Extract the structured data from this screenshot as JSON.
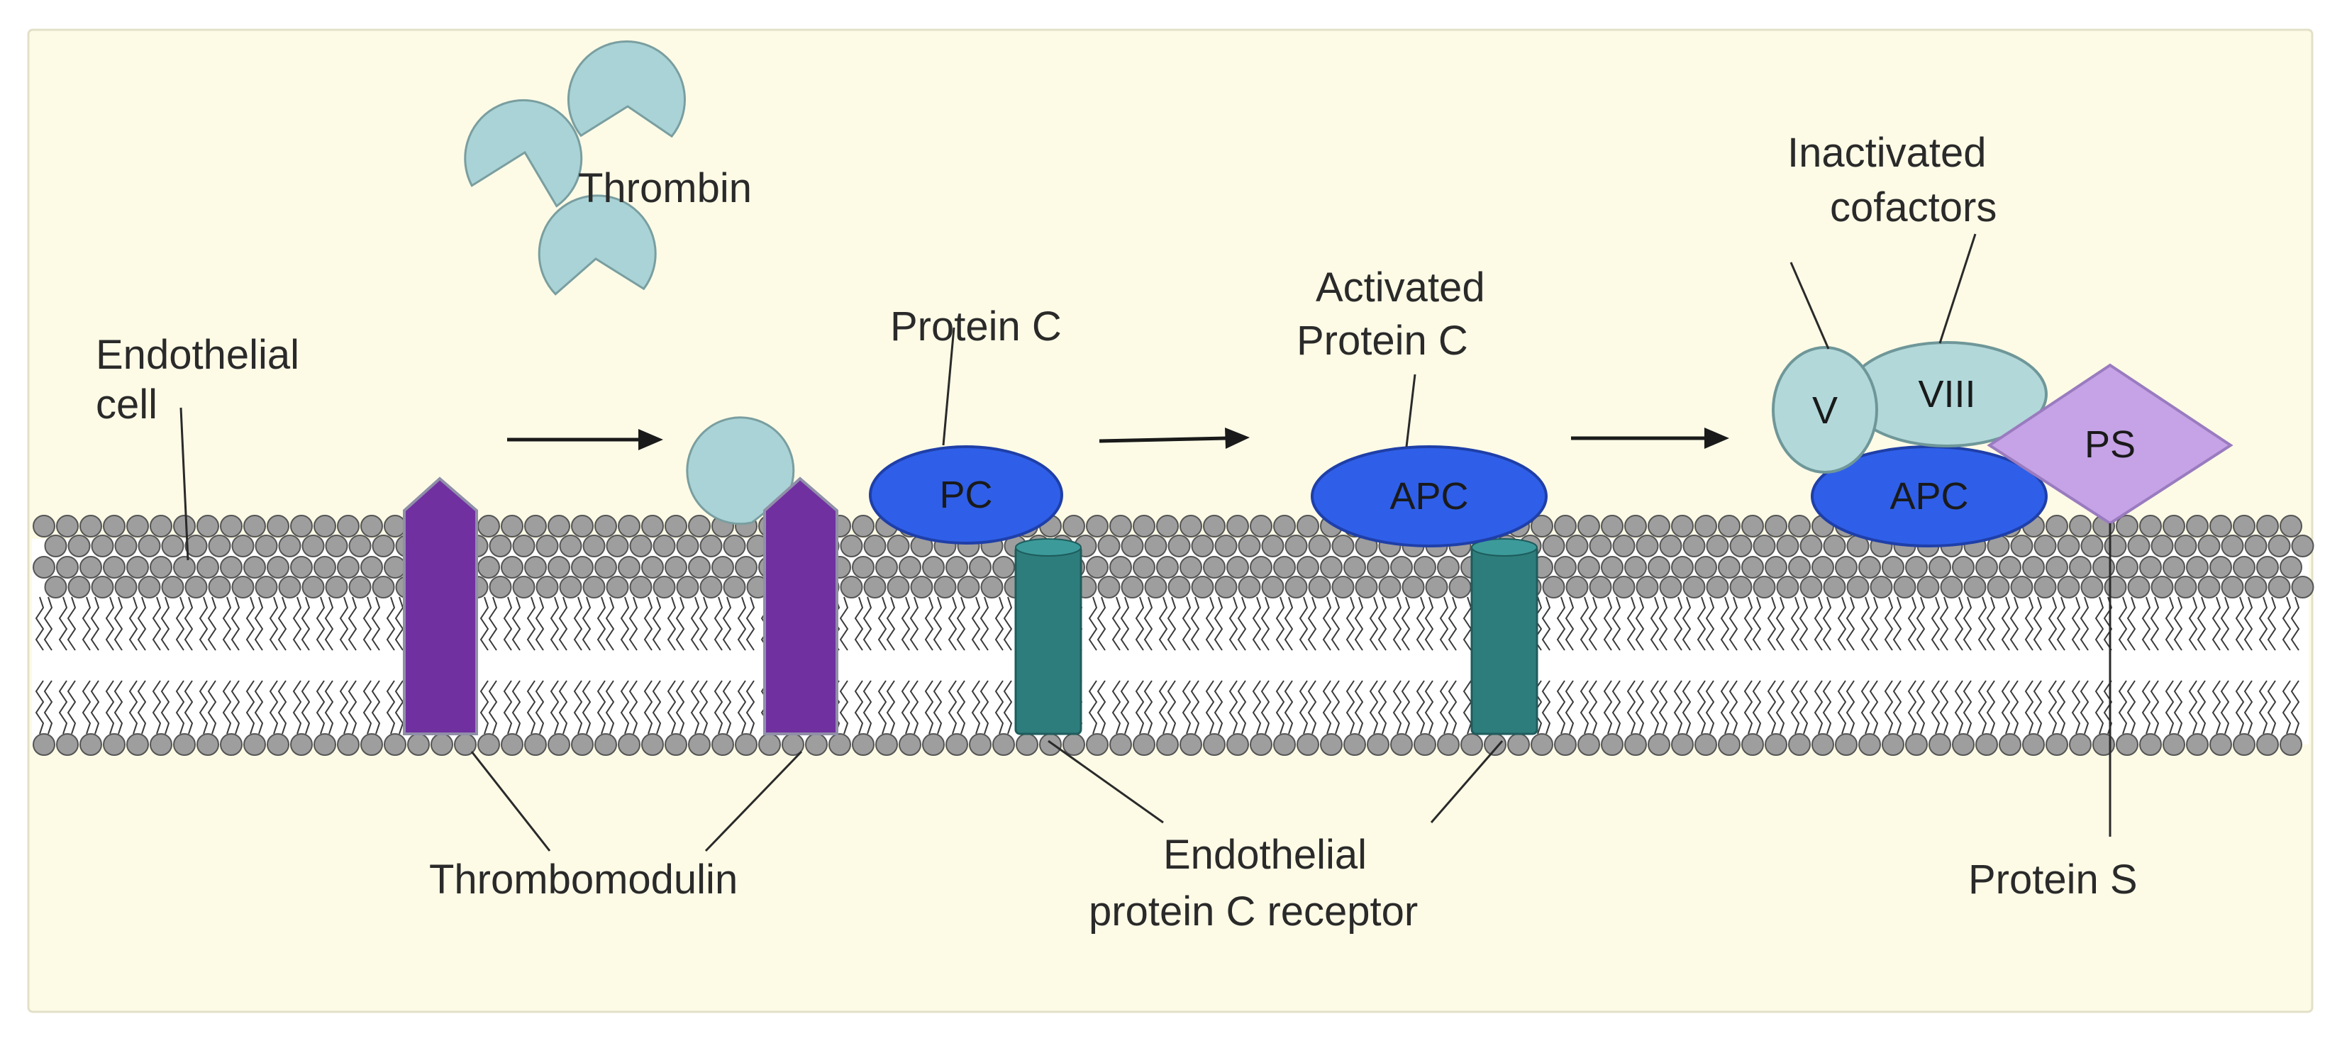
{
  "labels": {
    "endothelial_cell_1": "Endothelial",
    "endothelial_cell_2": "cell",
    "thrombin": "Thrombin",
    "protein_c": "Protein C",
    "activated_protein_c_1": "Activated",
    "activated_protein_c_2": "Protein C",
    "inactivated_cofactors_1": "Inactivated",
    "inactivated_cofactors_2": "cofactors",
    "thrombomodulin": "Thrombomodulin",
    "epcr_1": "Endothelial",
    "epcr_2": "protein C receptor",
    "protein_s": "Protein S"
  },
  "molecules": {
    "pc": "PC",
    "apc_1": "APC",
    "apc_2": "APC",
    "factor_v": "V",
    "factor_viii": "VIII",
    "ps": "PS"
  },
  "colors": {
    "background": "#fdfbe6",
    "thrombin": "#a9d3d6",
    "thrombomodulin": "#7030a0",
    "apc": "#2f5fe8",
    "epcr": "#2e7d7d",
    "cofactor": "#b2d8da",
    "protein_s": "#c5a3e6",
    "lipid_head": "#9e9e9e"
  }
}
